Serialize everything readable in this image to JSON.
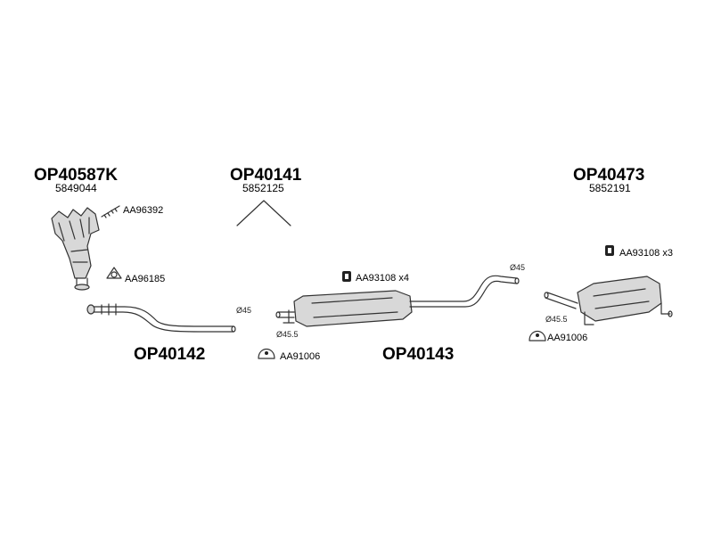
{
  "catalytic_converter": {
    "code": "OP40587K",
    "oem": "5849044"
  },
  "front_pipe": {
    "code": "OP40142",
    "diameter": "Ø45"
  },
  "front_group": {
    "code": "OP40141",
    "oem": "5852125"
  },
  "middle_silencer": {
    "code": "OP40143",
    "diameter_outlet": "Ø45",
    "diameter_inlet": "Ø45.5"
  },
  "rear_silencer": {
    "code": "OP40473",
    "oem": "5852191",
    "diameter_inlet": "Ø45.5"
  },
  "accessories": {
    "bolt_kit": "AA96392",
    "gasket": "AA96185",
    "clamp_mid": "AA91006",
    "clamp_rear": "AA91006",
    "rubber_mount_mid": "AA93108 x4",
    "rubber_mount_rear": "AA93108 x3"
  }
}
